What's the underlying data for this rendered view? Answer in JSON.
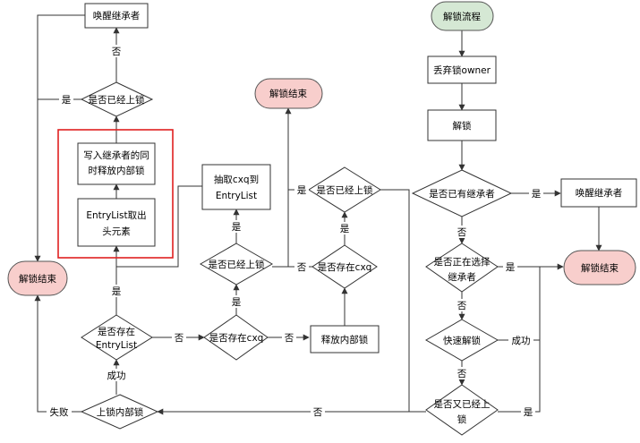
{
  "nodes": {
    "wake_top": "唤醒继承者",
    "done_left": "解锁结束",
    "d_locked_1": "是否已经上锁",
    "write_1": "写入继承者的同",
    "write_2": "时释放内部锁",
    "take_1": "EntryList取出",
    "take_2": "头元素",
    "d_entry_1": "是否存在",
    "d_entry_2": "EntryList",
    "d_lockin": "上锁内部锁",
    "move_1": "抽取cxq到",
    "move_2": "EntryList",
    "d_locked_2": "是否已经上锁",
    "d_cxq_1": "是否存在cxq",
    "done_mid": "解锁结束",
    "d_locked_3": "是否已经上锁",
    "d_cxq_2": "是否存在cxq",
    "release": "释放内部锁",
    "start": "解锁流程",
    "drop_owner": "丢弃锁owner",
    "unlock": "解锁",
    "d_has_heir": "是否已有继承者",
    "wake_right": "唤醒继承者",
    "done_right": "解锁结束",
    "d_choosing_1": "是否正在选择",
    "d_choosing_2": "继承者",
    "d_fast": "快速解锁",
    "d_relock_1": "是否又已经上",
    "d_relock_2": "锁"
  },
  "labels": {
    "yes": "是",
    "no": "否",
    "success": "成功",
    "fail": "失败"
  }
}
